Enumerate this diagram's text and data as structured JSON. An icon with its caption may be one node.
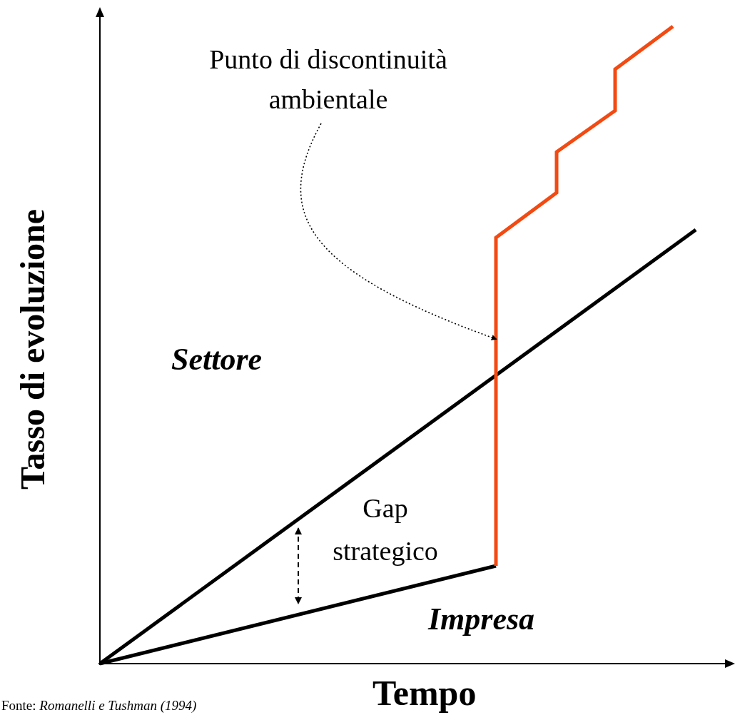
{
  "diagram": {
    "nodes": [
      {
        "text": [
          "Punto di discontinuità ambientale"
        ]
      },
      {
        "text": [],
        "shape": "line"
      }
    ],
    "edges": [
      {
        "from": 0,
        "to": 1,
        "arrow": "to",
        "style": "dashed"
      }
    ],
    "labels": [
      "Settore",
      "Gap strategico",
      "Impresa",
      "Tempo",
      "Tasso di evoluzione",
      "Fonte: *Romanelli e Tushman (1994)*"
    ]
  }
}
